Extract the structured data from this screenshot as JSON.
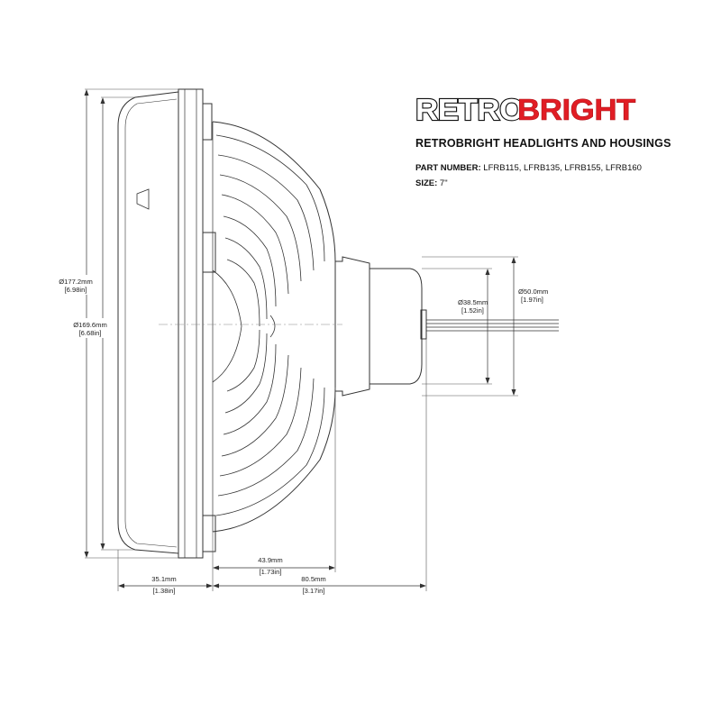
{
  "brand": {
    "logo_part_1": "RETRO",
    "logo_part_2": "BRIGHT"
  },
  "title": "RETROBRIGHT HEADLIGHTS AND HOUSINGS",
  "specs": {
    "part_number_label": "PART NUMBER:",
    "part_number_value": "LFRB115, LFRB135, LFRB155, LFRB160",
    "size_label": "SIZE:",
    "size_value": "7\""
  },
  "dimensions": {
    "outer_diameter": {
      "mm": "Ø177.2mm",
      "in": "[6.98in]"
    },
    "lens_diameter": {
      "mm": "Ø169.6mm",
      "in": "[6.68in]"
    },
    "connector_outer": {
      "mm": "Ø50.0mm",
      "in": "[1.97in]"
    },
    "connector_inner": {
      "mm": "Ø38.5mm",
      "in": "[1.52in]"
    },
    "lens_depth": {
      "mm": "35.1mm",
      "in": "[1.38in]"
    },
    "heatsink_depth": {
      "mm": "43.9mm",
      "in": "[1.73in]"
    },
    "overall_depth": {
      "mm": "80.5mm",
      "in": "[3.17in]"
    }
  },
  "colors": {
    "line": "#333333",
    "accent": "#e11d24"
  }
}
